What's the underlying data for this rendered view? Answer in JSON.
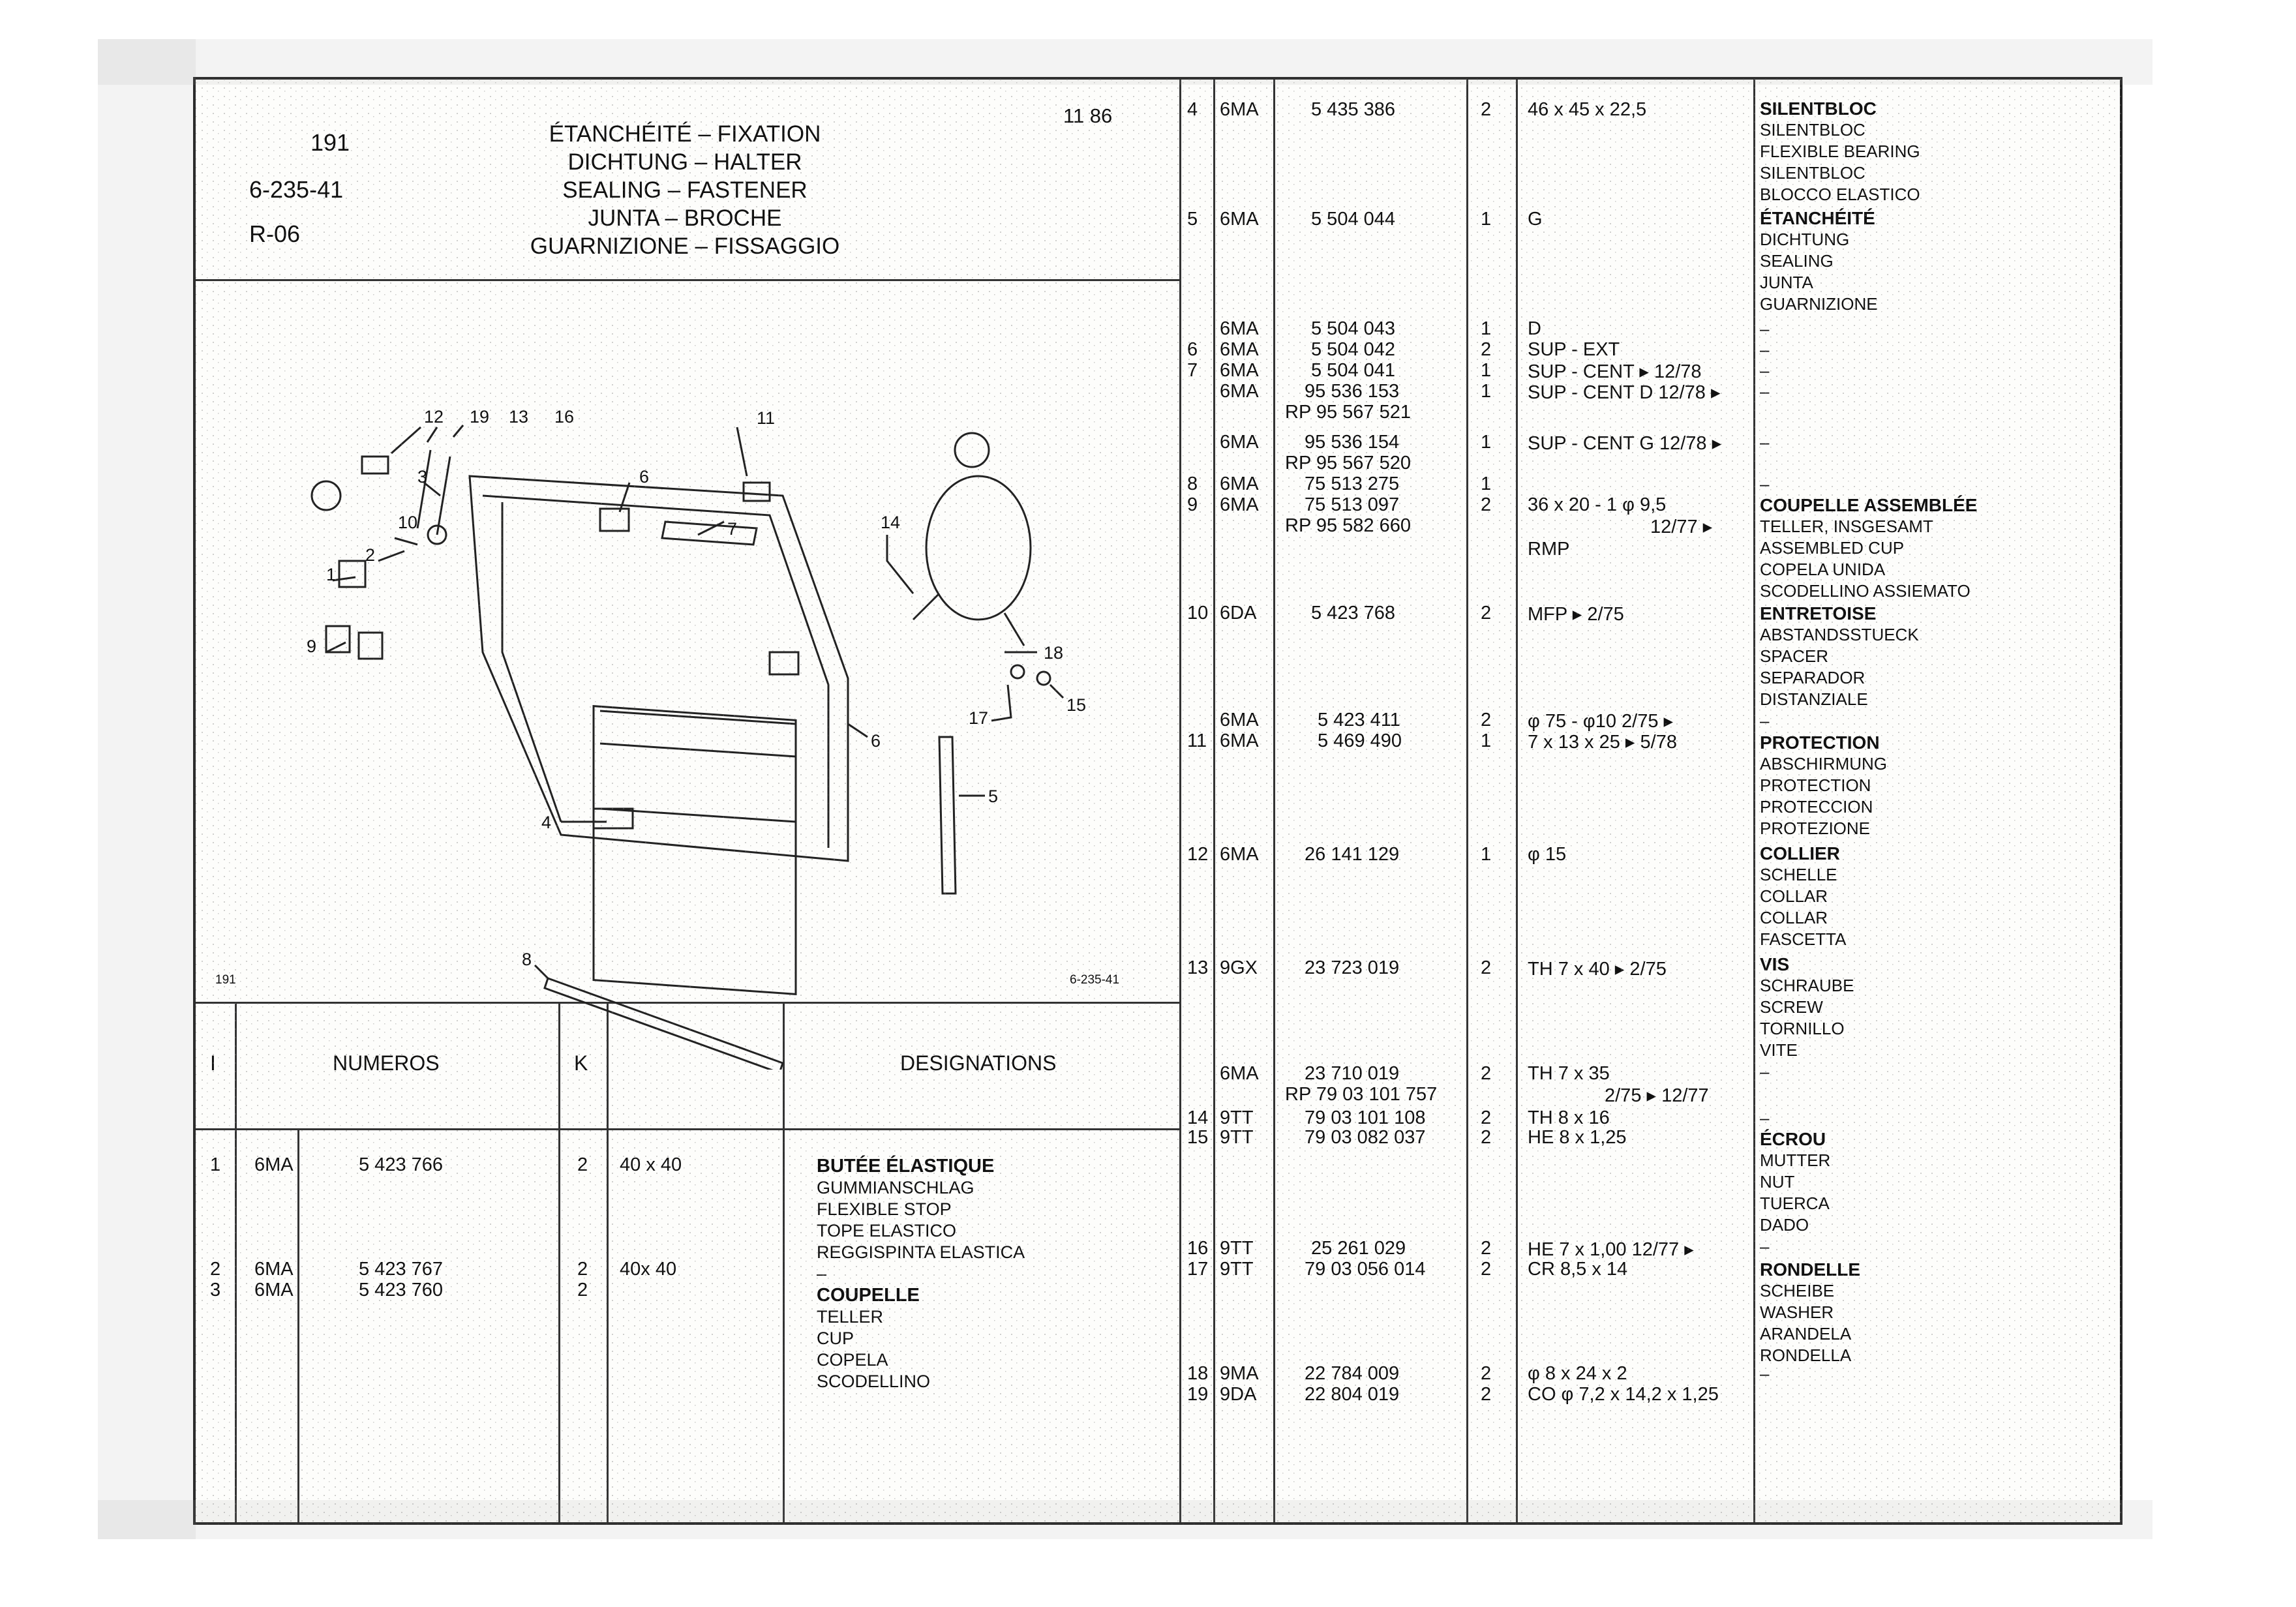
{
  "header": {
    "section": "191",
    "group": "6-235-41",
    "rev": "R-06",
    "date": "11 86",
    "titles": [
      "ÉTANCHÉITÉ – FIXATION",
      "DICHTUNG – HALTER",
      "SEALING – FASTENER",
      "JUNTA – BROCHE",
      "GUARNIZIONE – FISSAGGIO"
    ]
  },
  "diagram": {
    "corner_left": "191",
    "corner_right": "6-235-41",
    "callouts": [
      "12",
      "19",
      "13",
      "16",
      "11",
      "3",
      "6",
      "10",
      "2",
      "7",
      "14",
      "1",
      "9",
      "18",
      "6",
      "15",
      "17",
      "5",
      "4",
      "8"
    ]
  },
  "left_table": {
    "headers": {
      "item": "I",
      "numeros": "NUMEROS",
      "k": "K",
      "designations": "DESIGNATIONS"
    },
    "rows": [
      {
        "item": "1",
        "code": "6MA",
        "ref": "5 423 766",
        "k": "2",
        "dim": "40 x 40",
        "desc": [
          "BUTÉE ÉLASTIQUE",
          "GUMMIANSCHLAG",
          "FLEXIBLE STOP",
          "TOPE ELASTICO",
          "REGGISPINTA ELASTICA",
          "–"
        ]
      },
      {
        "item": "2",
        "code": "6MA",
        "ref": "5 423 767",
        "k": "2",
        "dim": "40x 40",
        "desc": []
      },
      {
        "item": "3",
        "code": "6MA",
        "ref": "5 423 760",
        "k": "2",
        "dim": "",
        "desc": [
          "COUPELLE",
          "TELLER",
          "CUP",
          "COPELA",
          "SCODELLINO"
        ]
      }
    ]
  },
  "right_table": {
    "rows": [
      {
        "num": "4",
        "code": "6MA",
        "ref": "5 435 386",
        "k": "2",
        "dim": "46 x 45 x 22,5",
        "desc": [
          "SILENTBLOC",
          "SILENTBLOC",
          "FLEXIBLE BEARING",
          "SILENTBLOC",
          "BLOCCO ELASTICO"
        ]
      },
      {
        "num": "5",
        "code": "6MA",
        "ref": "5 504 044",
        "k": "1",
        "dim": "G",
        "desc": [
          "ÉTANCHÉITÉ",
          "DICHTUNG",
          "SEALING",
          "JUNTA",
          "GUARNIZIONE"
        ]
      },
      {
        "num": "",
        "code": "6MA",
        "ref": "5 504 043",
        "k": "1",
        "dim": "D",
        "desc": [
          "–"
        ]
      },
      {
        "num": "6",
        "code": "6MA",
        "ref": "5 504 042",
        "k": "2",
        "dim": "SUP - EXT",
        "desc": [
          "–"
        ]
      },
      {
        "num": "7",
        "code": "6MA",
        "ref": "5 504 041",
        "k": "1",
        "dim": "SUP - CENT ▸ 12/78",
        "desc": [
          "–"
        ]
      },
      {
        "num": "",
        "code": "6MA",
        "ref": "95 536 153",
        "k": "1",
        "dim": "SUP - CENT D 12/78 ▸",
        "desc": [
          "–"
        ]
      },
      {
        "num": "",
        "code": "",
        "ref": "RP 95 567 521",
        "k": "",
        "dim": "",
        "desc": []
      },
      {
        "num": "",
        "code": "6MA",
        "ref": "95 536 154",
        "k": "1",
        "dim": "SUP - CENT G 12/78 ▸",
        "desc": [
          "–"
        ]
      },
      {
        "num": "",
        "code": "",
        "ref": "RP 95 567 520",
        "k": "",
        "dim": "",
        "desc": []
      },
      {
        "num": "8",
        "code": "6MA",
        "ref": "75 513 275",
        "k": "1",
        "dim": "",
        "desc": [
          "–"
        ]
      },
      {
        "num": "9",
        "code": "6MA",
        "ref": "75 513 097",
        "k": "2",
        "dim": "36 x 20 - 1 φ 9,5",
        "desc": [
          "COUPELLE ASSEMBLÉE",
          "TELLER, INSGESAMT",
          "ASSEMBLED CUP",
          "COPELA UNIDA",
          "SCODELLINO ASSIEMATO"
        ]
      },
      {
        "num": "",
        "code": "",
        "ref": "RP 95 582 660",
        "k": "",
        "dim": "12/77 ▸",
        "desc": []
      },
      {
        "num": "",
        "code": "",
        "ref": "",
        "k": "",
        "dim": "RMP",
        "desc": []
      },
      {
        "num": "10",
        "code": "6DA",
        "ref": "5 423 768",
        "k": "2",
        "dim": "MFP ▸ 2/75",
        "desc": [
          "ENTRETOISE",
          "ABSTANDSSTUECK",
          "SPACER",
          "SEPARADOR",
          "DISTANZIALE",
          "–"
        ]
      },
      {
        "num": "",
        "code": "6MA",
        "ref": "5 423 411",
        "k": "2",
        "dim": "φ 75 - φ10 2/75 ▸",
        "desc": []
      },
      {
        "num": "11",
        "code": "6MA",
        "ref": "5 469 490",
        "k": "1",
        "dim": "7 x 13 x 25 ▸ 5/78",
        "desc": [
          "PROTECTION",
          "ABSCHIRMUNG",
          "PROTECTION",
          "PROTECCION",
          "PROTEZIONE"
        ]
      },
      {
        "num": "12",
        "code": "6MA",
        "ref": "26 141 129",
        "k": "1",
        "dim": "φ 15",
        "desc": [
          "COLLIER",
          "SCHELLE",
          "COLLAR",
          "COLLAR",
          "FASCETTA"
        ]
      },
      {
        "num": "13",
        "code": "9GX",
        "ref": "23 723 019",
        "k": "2",
        "dim": "TH 7 x 40 ▸ 2/75",
        "desc": [
          "VIS",
          "SCHRAUBE",
          "SCREW",
          "TORNILLO",
          "VITE",
          "–"
        ]
      },
      {
        "num": "",
        "code": "6MA",
        "ref": "23 710 019",
        "k": "2",
        "dim": "TH 7 x 35",
        "desc": []
      },
      {
        "num": "",
        "code": "",
        "ref": "RP 79 03 101 757",
        "k": "",
        "dim": "2/75 ▸ 12/77",
        "desc": []
      },
      {
        "num": "14",
        "code": "9TT",
        "ref": "79 03 101 108",
        "k": "2",
        "dim": "TH 8 x 16",
        "desc": [
          "–"
        ]
      },
      {
        "num": "15",
        "code": "9TT",
        "ref": "79 03 082 037",
        "k": "2",
        "dim": "HE 8 x 1,25",
        "desc": [
          "ÉCROU",
          "MUTTER",
          "NUT",
          "TUERCA",
          "DADO",
          "–"
        ]
      },
      {
        "num": "16",
        "code": "9TT",
        "ref": "25 261 029",
        "k": "2",
        "dim": "HE 7 x 1,00 12/77 ▸",
        "desc": []
      },
      {
        "num": "17",
        "code": "9TT",
        "ref": "79 03 056 014",
        "k": "2",
        "dim": "CR 8,5 x 14",
        "desc": [
          "RONDELLE",
          "SCHEIBE",
          "WASHER",
          "ARANDELA",
          "RONDELLA"
        ]
      },
      {
        "num": "18",
        "code": "9MA",
        "ref": "22 784 009",
        "k": "2",
        "dim": "φ 8 x 24 x 2",
        "desc": [
          "–"
        ]
      },
      {
        "num": "19",
        "code": "9DA",
        "ref": "22 804 019",
        "k": "2",
        "dim": "CO φ 7,2 x 14,2 x 1,25",
        "desc": []
      }
    ]
  }
}
